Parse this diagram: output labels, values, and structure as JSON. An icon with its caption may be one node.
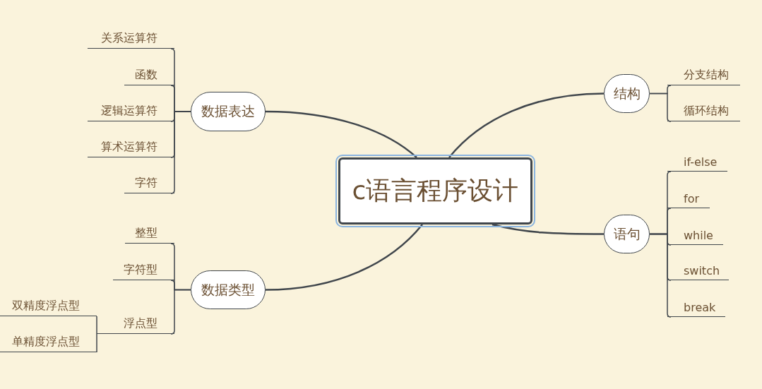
{
  "diagram": {
    "nodes": [
      {
        "text": [
          "c语言程序设计"
        ]
      },
      {
        "text": [
          "数据表达"
        ]
      },
      {
        "text": [
          "数据类型"
        ]
      },
      {
        "text": [
          "结构"
        ]
      },
      {
        "text": [
          "语句"
        ]
      },
      {
        "text": [
          "关系运算符"
        ]
      },
      {
        "text": [
          "函数"
        ]
      },
      {
        "text": [
          "逻辑运算符"
        ]
      },
      {
        "text": [
          "算术运算符"
        ]
      },
      {
        "text": [
          "字符"
        ]
      },
      {
        "text": [
          "整型"
        ]
      },
      {
        "text": [
          "字符型"
        ]
      },
      {
        "text": [
          "浮点型"
        ]
      },
      {
        "text": [
          "双精度浮点型"
        ]
      },
      {
        "text": [
          "单精度浮点型"
        ]
      },
      {
        "text": [
          "分支结构"
        ]
      },
      {
        "text": [
          "循环结构"
        ]
      },
      {
        "text": [
          "if-else"
        ]
      },
      {
        "text": [
          "for"
        ]
      },
      {
        "text": [
          "while"
        ]
      },
      {
        "text": [
          "switch"
        ]
      },
      {
        "text": [
          "break"
        ]
      }
    ],
    "edges": [
      {
        "from": 0,
        "to": 1,
        "arrow": "none"
      },
      {
        "from": 0,
        "to": 2,
        "arrow": "none"
      },
      {
        "from": 0,
        "to": 3,
        "arrow": "none"
      },
      {
        "from": 0,
        "to": 4,
        "arrow": "none"
      },
      {
        "from": 1,
        "to": 5,
        "arrow": "none"
      },
      {
        "from": 1,
        "to": 6,
        "arrow": "none"
      },
      {
        "from": 1,
        "to": 7,
        "arrow": "none"
      },
      {
        "from": 1,
        "to": 8,
        "arrow": "none"
      },
      {
        "from": 1,
        "to": 9,
        "arrow": "none"
      },
      {
        "from": 2,
        "to": 10,
        "arrow": "none"
      },
      {
        "from": 2,
        "to": 11,
        "arrow": "none"
      },
      {
        "from": 2,
        "to": 12,
        "arrow": "none"
      },
      {
        "from": 12,
        "to": 13,
        "arrow": "none"
      },
      {
        "from": 12,
        "to": 14,
        "arrow": "none"
      },
      {
        "from": 3,
        "to": 15,
        "arrow": "none"
      },
      {
        "from": 3,
        "to": 16,
        "arrow": "none"
      },
      {
        "from": 4,
        "to": 17,
        "arrow": "none"
      },
      {
        "from": 4,
        "to": 18,
        "arrow": "none"
      },
      {
        "from": 4,
        "to": 19,
        "arrow": "none"
      },
      {
        "from": 4,
        "to": 20,
        "arrow": "none"
      },
      {
        "from": 4,
        "to": 21,
        "arrow": "none"
      }
    ]
  }
}
